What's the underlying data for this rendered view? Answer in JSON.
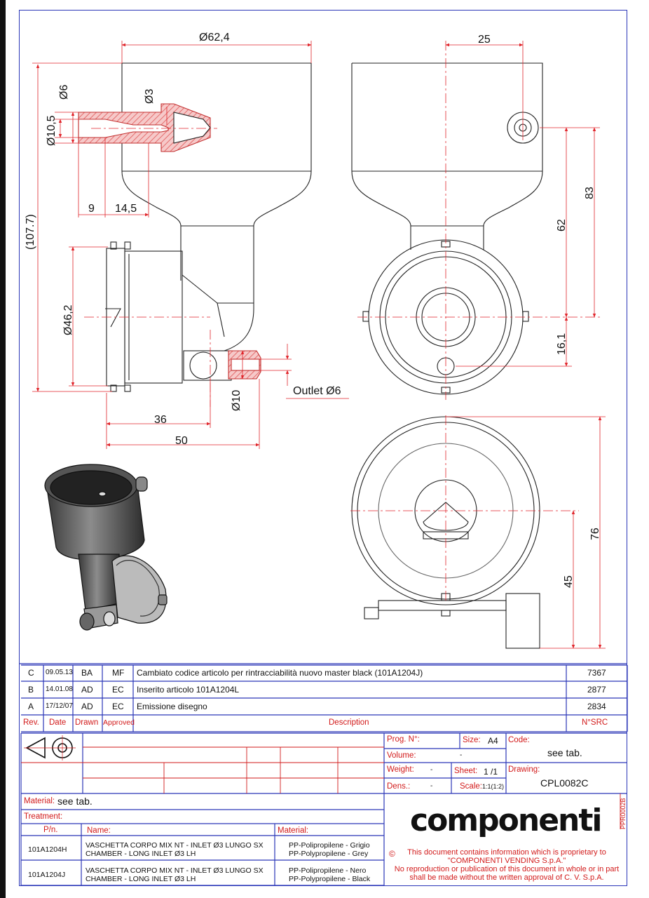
{
  "dimensions": {
    "d62_4": "Ø62,4",
    "d6": "Ø6",
    "d3": "Ø3",
    "d10_5": "Ø10,5",
    "d107_7": "(107.7)",
    "d9": "9",
    "d14_5": "14,5",
    "d46_2": "Ø46,2",
    "d10": "Ø10",
    "outlet": "Outlet Ø6",
    "d36": "36",
    "d50": "50",
    "d25": "25",
    "d83": "83",
    "d62": "62",
    "d16_1": "16,1",
    "d76": "76",
    "d45": "45"
  },
  "revisions": [
    {
      "rev": "C",
      "date": "09.05.13",
      "drawn": "BA",
      "approved": "MF",
      "description": "Cambiato codice articolo per rintracciabilità nuovo master black (101A1204J)",
      "src": "7367"
    },
    {
      "rev": "B",
      "date": "14.01.08",
      "drawn": "AD",
      "approved": "EC",
      "description": "Inserito articolo 101A1204L",
      "src": "2877"
    },
    {
      "rev": "A",
      "date": "17/12/07",
      "drawn": "AD",
      "approved": "EC",
      "description": "Emissione disegno",
      "src": "2834"
    }
  ],
  "revision_header": {
    "rev": "Rev.",
    "date": "Date",
    "drawn": "Drawn",
    "approved": "Approved",
    "description": "Description",
    "src": "N°SRC"
  },
  "title_block": {
    "prog_label": "Prog. N°:",
    "size_label": "Size:",
    "size_value": "A4",
    "code_label": "Code:",
    "code_value": "see tab.",
    "volume_label": "Volume:",
    "volume_value": "-",
    "weight_label": "Weight:",
    "weight_value": "-",
    "sheet_label": "Sheet:",
    "sheet_value": "1 /1",
    "drawing_label": "Drawing:",
    "drawing_value": "CPL0082C",
    "dens_label": "Dens.:",
    "dens_value": "-",
    "scale_label": "Scale:",
    "scale_value": "1:1(1:2)",
    "material_label": "Material:",
    "material_value": "see tab.",
    "treatment_label": "Treatment:",
    "pn_header": "P/n.",
    "name_header": "Name:",
    "material_header": "Material:",
    "side_code": "PPR0002B",
    "logo": "componenti",
    "copyright": "© This document contains information which is proprietary to \"COMPONENTI VENDING S.p.A.\" No reproduction or publication of this document in whole or in part shall be made without the written approval of C. V. S.p.A."
  },
  "copyright_lines": [
    "This document contains information which is proprietary to",
    "\"COMPONENTI VENDING S.p.A.\"",
    "No reproduction or publication of this document in whole or in part",
    "shall be made without the written approval of  C. V. S.p.A."
  ],
  "parts": [
    {
      "pn": "101A1204H",
      "name1": "VASCHETTA CORPO MIX NT - INLET Ø3 LUNGO SX",
      "name2": "CHAMBER  - LONG INLET Ø3 LH",
      "mat1": "PP-Polipropilene - Grigio",
      "mat2": "PP-Polypropilene - Grey"
    },
    {
      "pn": "101A1204J",
      "name1": "VASCHETTA CORPO MIX NT - INLET Ø3 LUNGO SX",
      "name2": "CHAMBER  - LONG INLET Ø3 LH",
      "mat1": "PP-Polipropilene - Nero",
      "mat2": "PP-Polypropilene - Black"
    }
  ],
  "colors": {
    "frame": "#2a36b8",
    "label": "#d21a1a",
    "dimension": "#e0252b",
    "hatch": "#e05555"
  }
}
